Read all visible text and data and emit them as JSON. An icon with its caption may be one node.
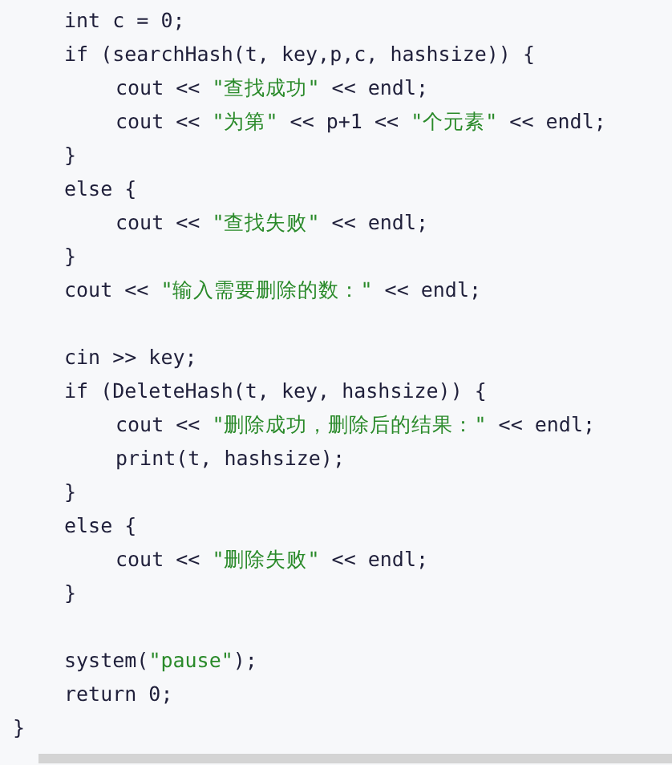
{
  "diagram": {
    "labels": [
      "int c = 0;",
      "if (searchHash(t, key,p,c, hashsize)) {",
      "cout << \"查找成功\" << endl;",
      "cout << \"为第\" << p+1 << \"个元素\" << endl;",
      "}",
      "else {",
      "cout << \"查找失败\" << endl;",
      "}",
      "cout << \"输入需要删除的数：\" << endl;",
      "cin >> key;",
      "if (DeleteHash(t, key, hashsize)) {",
      "cout << \"删除成功，删除后的结果：\" << endl;",
      "print(t, hashsize);",
      "}",
      "else {",
      "cout << \"删除失败\" << endl;",
      "}",
      "system(\"pause\");",
      "return 0;",
      "}"
    ]
  }
}
